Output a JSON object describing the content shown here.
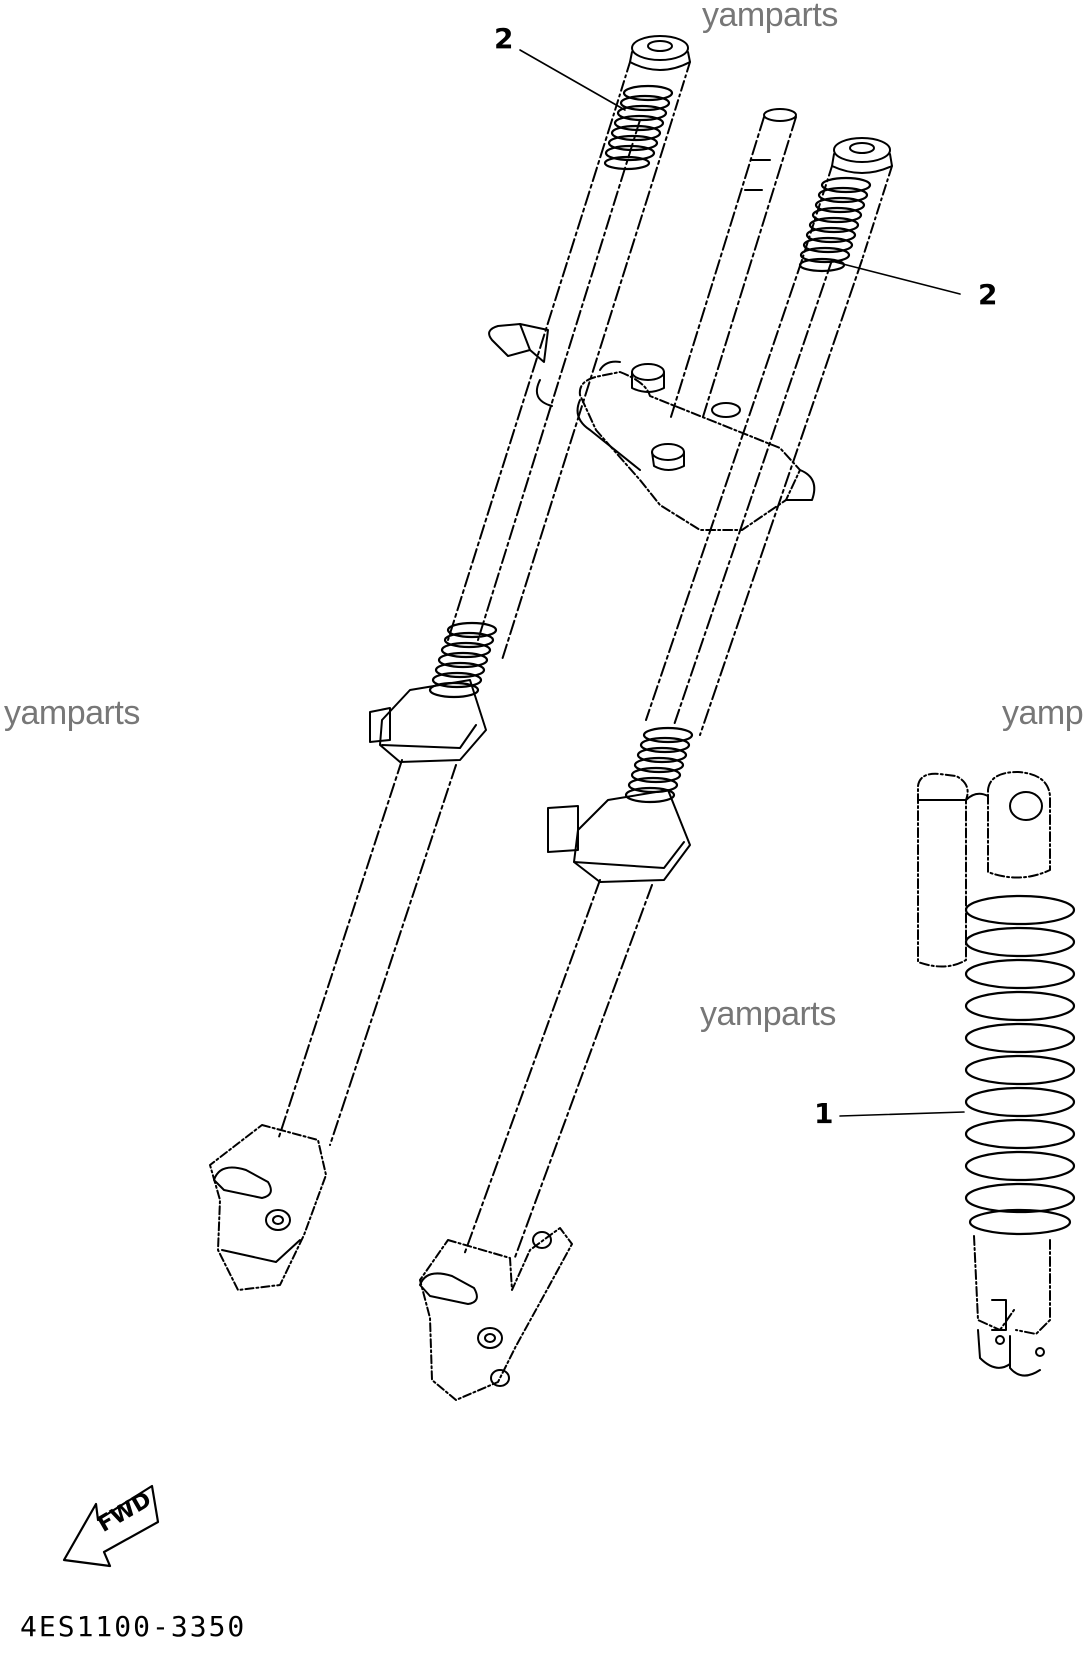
{
  "diagram": {
    "part_code": "4ES1100-3350",
    "fwd_label": "FWD",
    "callouts": {
      "shock_absorber": "1",
      "fork_spring_left": "2",
      "fork_spring_right": "2"
    },
    "watermarks": [
      "yamparts",
      "yamparts",
      "yamp",
      "yamparts"
    ]
  },
  "colors": {
    "line": "#000000",
    "watermark": "#777777",
    "background": "#ffffff"
  }
}
